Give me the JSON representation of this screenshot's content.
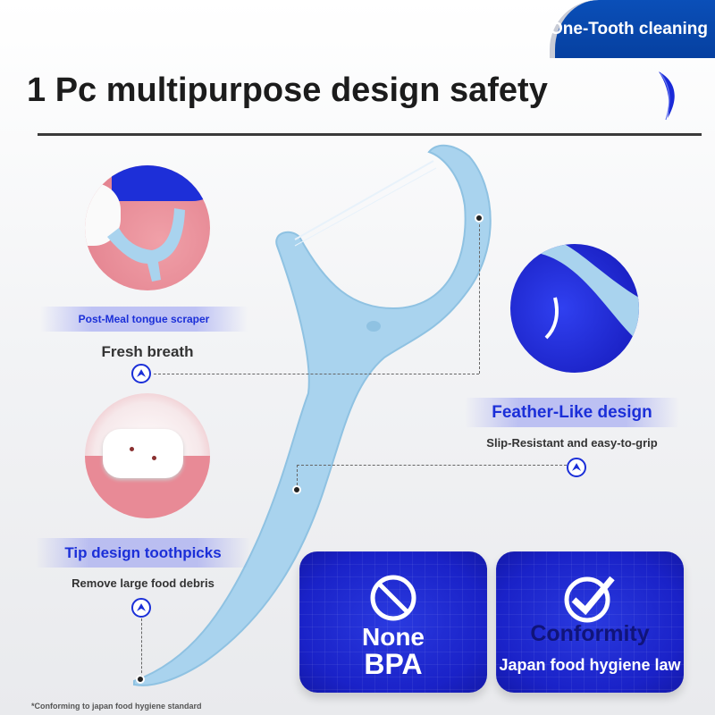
{
  "banner": {
    "text": "One-Tooth cleaning"
  },
  "title": "1 Pc multipurpose design safety",
  "features": [
    {
      "label": "Post-Meal tongue scraper",
      "sub": "Fresh breath"
    },
    {
      "label": "Feather-Like design",
      "sub": "Slip-Resistant and easy-to-grip"
    },
    {
      "label": "Tip design toothpicks",
      "sub": "Remove large food debris"
    }
  ],
  "badges": [
    {
      "line1": "None",
      "line2": "BPA",
      "icon": "prohibited-icon"
    },
    {
      "line1": "Conformity",
      "line2": "Japan food hygiene law",
      "icon": "check-circle-icon"
    }
  ],
  "footnote": "*Conforming to japan food hygiene standard",
  "colors": {
    "accent": "#1b2fd8",
    "banner": "#0a4fb8",
    "floss": "#a9d3ee"
  }
}
